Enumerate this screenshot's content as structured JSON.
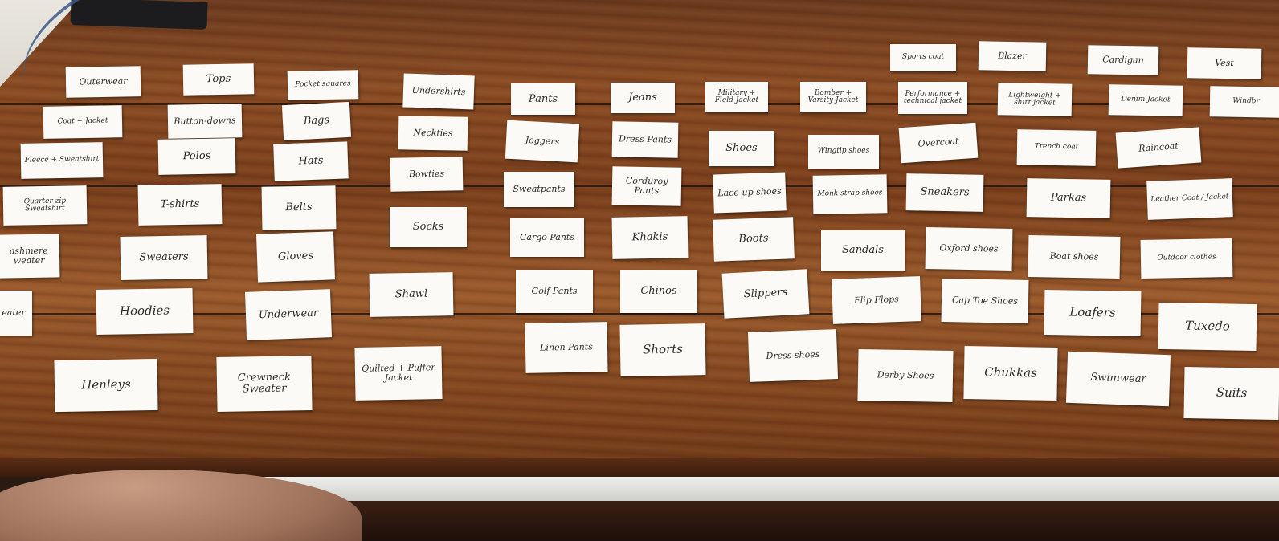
{
  "cards": [
    {
      "key": "outerwear",
      "text": "Outerwear"
    },
    {
      "key": "tops",
      "text": "Tops"
    },
    {
      "key": "pocket-squares",
      "text": "Pocket squares"
    },
    {
      "key": "undershirts",
      "text": "Undershirts"
    },
    {
      "key": "pants",
      "text": "Pants"
    },
    {
      "key": "jeans",
      "text": "Jeans"
    },
    {
      "key": "military-field-jacket",
      "text": "Military + Field Jacket"
    },
    {
      "key": "bomber-varsity-jacket",
      "text": "Bomber + Varsity Jacket"
    },
    {
      "key": "sports-coat",
      "text": "Sports coat"
    },
    {
      "key": "blazer",
      "text": "Blazer"
    },
    {
      "key": "cardigan",
      "text": "Cardigan"
    },
    {
      "key": "vest",
      "text": "Vest"
    },
    {
      "key": "coat-jacket",
      "text": "Coat + Jacket"
    },
    {
      "key": "button-downs",
      "text": "Button-downs"
    },
    {
      "key": "bags",
      "text": "Bags"
    },
    {
      "key": "neckties",
      "text": "Neckties"
    },
    {
      "key": "joggers",
      "text": "Joggers"
    },
    {
      "key": "dress-pants",
      "text": "Dress Pants"
    },
    {
      "key": "shoes",
      "text": "Shoes"
    },
    {
      "key": "wingtip-shoes",
      "text": "Wingtip shoes"
    },
    {
      "key": "performance-technical-jacket",
      "text": "Performance + technical jacket"
    },
    {
      "key": "lightweight-shirt-jacket",
      "text": "Lightweight + shirt jacket"
    },
    {
      "key": "denim-jacket",
      "text": "Denim Jacket"
    },
    {
      "key": "windbreaker",
      "text": "Windbr"
    },
    {
      "key": "fleece-sweatshirt",
      "text": "Fleece + Sweatshirt"
    },
    {
      "key": "polos",
      "text": "Polos"
    },
    {
      "key": "hats",
      "text": "Hats"
    },
    {
      "key": "bowties",
      "text": "Bowties"
    },
    {
      "key": "sweatpants",
      "text": "Sweatpants"
    },
    {
      "key": "corduroy-pants",
      "text": "Corduroy Pants"
    },
    {
      "key": "lace-up-shoes",
      "text": "Lace-up shoes"
    },
    {
      "key": "monk-strap-shoes",
      "text": "Monk strap shoes"
    },
    {
      "key": "overcoat",
      "text": "Overcoat"
    },
    {
      "key": "trench-coat",
      "text": "Trench coat"
    },
    {
      "key": "raincoat",
      "text": "Raincoat"
    },
    {
      "key": "quarter-zip-sweatshirt",
      "text": "Quarter-zip Sweatshirt"
    },
    {
      "key": "t-shirts",
      "text": "T-shirts"
    },
    {
      "key": "belts",
      "text": "Belts"
    },
    {
      "key": "socks",
      "text": "Socks"
    },
    {
      "key": "cargo-pants",
      "text": "Cargo Pants"
    },
    {
      "key": "khakis",
      "text": "Khakis"
    },
    {
      "key": "boots",
      "text": "Boots"
    },
    {
      "key": "sneakers",
      "text": "Sneakers"
    },
    {
      "key": "parkas",
      "text": "Parkas"
    },
    {
      "key": "leather-coat-jacket",
      "text": "Leather Coat / Jacket"
    },
    {
      "key": "cashmere-sweater",
      "text": "ashmere weater"
    },
    {
      "key": "sweaters",
      "text": "Sweaters"
    },
    {
      "key": "gloves",
      "text": "Gloves"
    },
    {
      "key": "sandals",
      "text": "Sandals"
    },
    {
      "key": "oxford-shoes",
      "text": "Oxford shoes"
    },
    {
      "key": "boat-shoes",
      "text": "Boat shoes"
    },
    {
      "key": "outdoor-clothes",
      "text": "Outdoor clothes"
    },
    {
      "key": "weater",
      "text": "eater"
    },
    {
      "key": "hoodies",
      "text": "Hoodies"
    },
    {
      "key": "underwear",
      "text": "Underwear"
    },
    {
      "key": "shawl",
      "text": "Shawl"
    },
    {
      "key": "golf-pants",
      "text": "Golf Pants"
    },
    {
      "key": "chinos",
      "text": "Chinos"
    },
    {
      "key": "slippers",
      "text": "Slippers"
    },
    {
      "key": "flip-flops",
      "text": "Flip Flops"
    },
    {
      "key": "cap-toe-shoes",
      "text": "Cap Toe Shoes"
    },
    {
      "key": "loafers",
      "text": "Loafers"
    },
    {
      "key": "tuxedo",
      "text": "Tuxedo"
    },
    {
      "key": "henleys",
      "text": "Henleys"
    },
    {
      "key": "crewneck-sweater",
      "text": "Crewneck Sweater"
    },
    {
      "key": "quilted-puffer-jacket",
      "text": "Quilted + Puffer Jacket"
    },
    {
      "key": "linen-pants",
      "text": "Linen Pants"
    },
    {
      "key": "shorts",
      "text": "Shorts"
    },
    {
      "key": "dress-shoes",
      "text": "Dress shoes"
    },
    {
      "key": "derby-shoes",
      "text": "Derby Shoes"
    },
    {
      "key": "chukkas",
      "text": "Chukkas"
    },
    {
      "key": "swimwear",
      "text": "Swimwear"
    },
    {
      "key": "suits",
      "text": "Suits"
    }
  ]
}
